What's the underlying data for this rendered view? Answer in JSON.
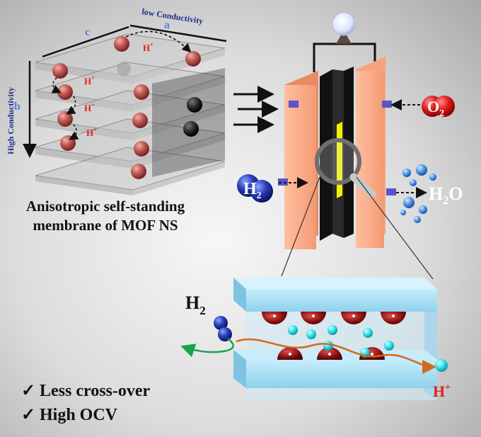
{
  "membrane": {
    "label_top": "low Conductivity",
    "label_side": "High Conductivity",
    "axis_a": "a",
    "axis_b": "b",
    "axis_c": "c",
    "proton": "H",
    "proton_sup": "+",
    "caption_line1": "Anisotropic self-standing",
    "caption_line2": "membrane of MOF NS"
  },
  "fuel_cell": {
    "o2_main": "O",
    "o2_sub": "2",
    "h2_main": "H",
    "h2_sub": "2",
    "h2o_main": "H",
    "h2o_sub": "2",
    "h2o_end": "O"
  },
  "zoom": {
    "h2_main": "H",
    "h2_sub": "2",
    "proton_main": "H",
    "proton_sup": "+"
  },
  "benefits": {
    "check": "✓",
    "item1": "Less cross-over",
    "item2": "High OCV"
  },
  "colors": {
    "slab_orange": "#f7a882",
    "proton_ball": "#c63a3a",
    "hydrogen_blue": "#1d2f8f",
    "oxygen_red": "#d21f1f",
    "cyan_ion": "#2ee0e8",
    "zoom_glass": "#a9dcf2"
  }
}
